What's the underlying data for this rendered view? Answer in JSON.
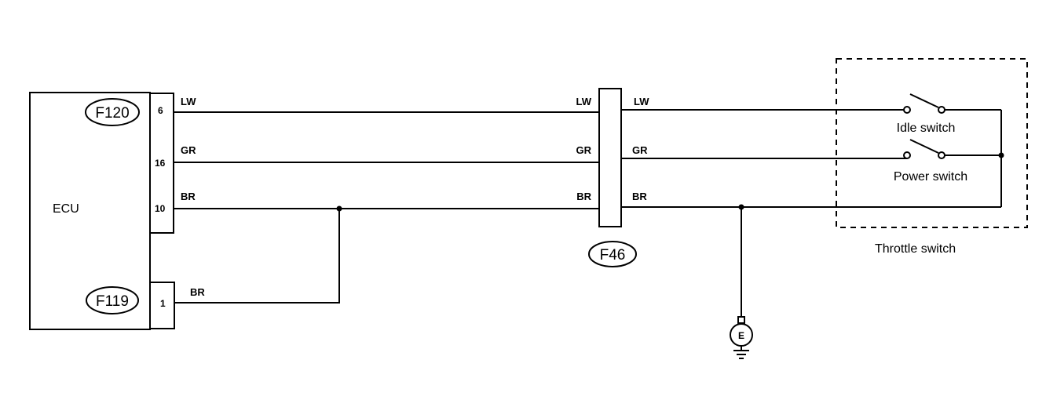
{
  "ecu": {
    "label": "ECU",
    "connector_main": "F120",
    "connector_aux": "F119",
    "pins_main": [
      "6",
      "16",
      "10"
    ],
    "pins_aux": [
      "1"
    ]
  },
  "wires_left": [
    "LW",
    "GR",
    "BR"
  ],
  "wire_aux": "BR",
  "junction": {
    "label": "F46",
    "left_labels": [
      "LW",
      "GR",
      "BR"
    ],
    "right_labels": [
      "LW",
      "GR",
      "BR"
    ]
  },
  "ground": {
    "symbol": "E"
  },
  "throttle": {
    "label": "Throttle switch",
    "idle_label": "Idle switch",
    "power_label": "Power switch"
  }
}
